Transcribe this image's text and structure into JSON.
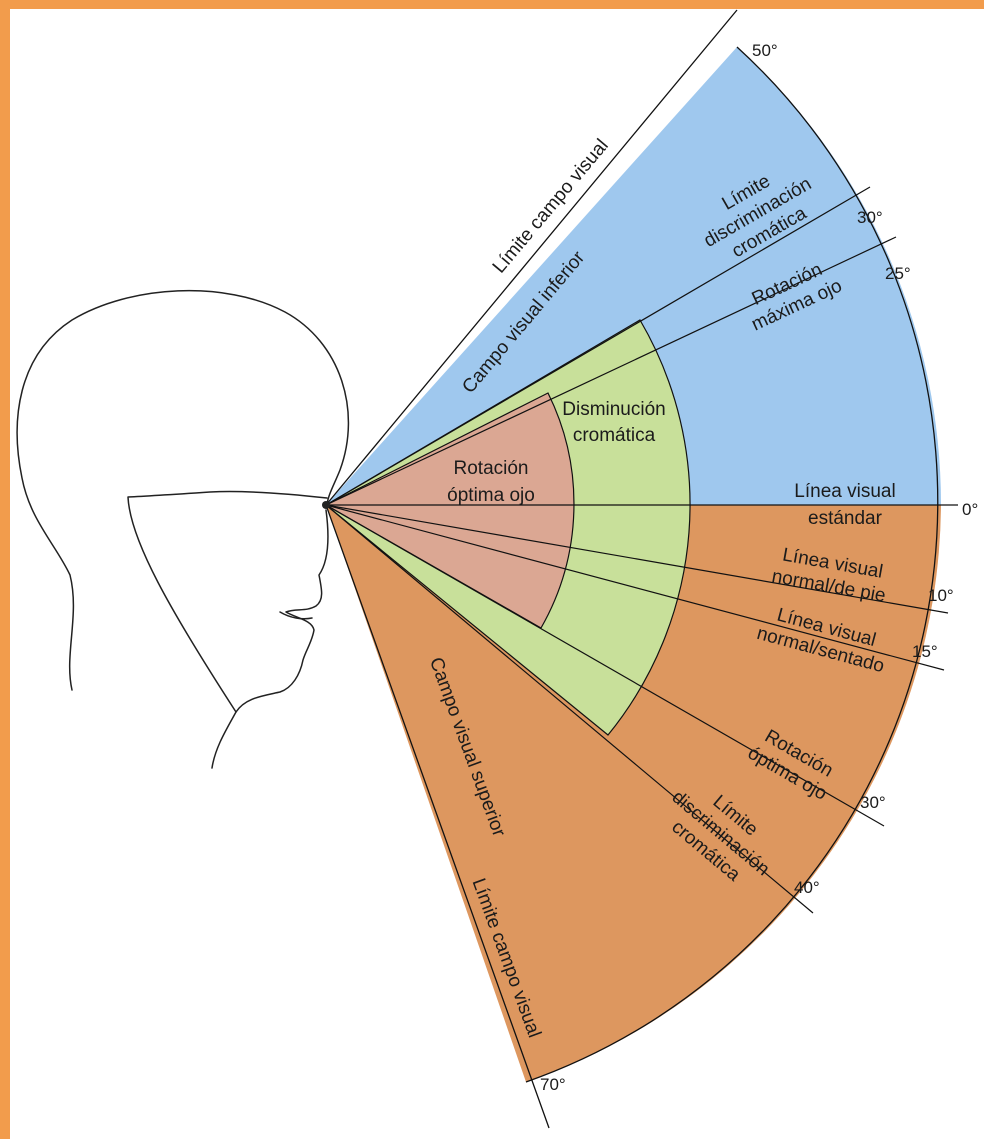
{
  "colors": {
    "upper_field": "#9fc8ee",
    "lower_field": "#dd975f",
    "color_reduction": "#c8e09a",
    "optimal_rotation": "#dba793",
    "frame": "#f29c4c",
    "lines": "#111111"
  },
  "labels": {
    "limit_field_upper": "Límite campo visual",
    "field_lower": "Campo visual inferior",
    "color_limit_upper_1": "Límite",
    "color_limit_upper_2": "discriminación",
    "color_limit_upper_3": "cromática",
    "max_rotation_1": "Rotación",
    "max_rotation_2": "máxima ojo",
    "color_reduction_1": "Disminución",
    "color_reduction_2": "cromática",
    "opt_rotation_1": "Rotación",
    "opt_rotation_2": "óptima ojo",
    "standard_line_1": "Línea visual",
    "standard_line_2": "estándar",
    "standing_line_1": "Línea visual",
    "standing_line_2": "normal/de pie",
    "seated_line_1": "Línea visual",
    "seated_line_2": "normal/sentado",
    "opt_rotation_lower_1": "Rotación",
    "opt_rotation_lower_2": "óptima ojo",
    "color_limit_lower_1": "Límite",
    "color_limit_lower_2": "discriminación",
    "color_limit_lower_3": "cromática",
    "field_upper": "Campo visual superior",
    "limit_field_lower": "Límite campo visual"
  },
  "angles": {
    "up_50": "50°",
    "up_30": "30°",
    "up_25": "25°",
    "zero": "0°",
    "down_10": "10°",
    "down_15": "15°",
    "down_30": "30°",
    "down_40": "40°",
    "down_70": "70°"
  }
}
